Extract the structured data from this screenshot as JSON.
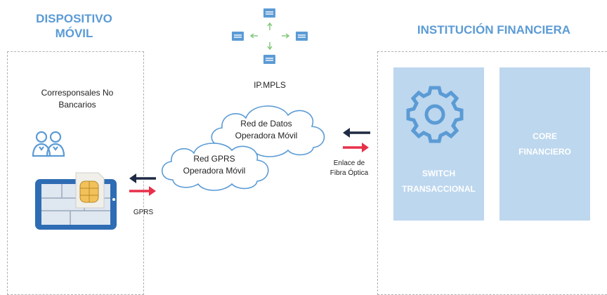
{
  "left": {
    "title_line1": "DISPOSITIVO",
    "title_line2": "MÓVIL",
    "cnb_line1": "Corresponsales No",
    "cnb_line2": "Bancarios"
  },
  "right": {
    "title": "INSTITUCIÓN FINANCIERA",
    "switch_line1": "SWITCH",
    "switch_line2": "TRANSACCIONAL",
    "core_line1": "CORE",
    "core_line2": "FINANCIERO"
  },
  "network": {
    "mpls_label": "IP.MPLS",
    "cloud1_line1": "Red de Datos",
    "cloud1_line2": "Operadora Móvil",
    "cloud2_line1": "Red GPRS",
    "cloud2_line2": "Operadora Móvil",
    "gprs_label": "GPRS",
    "fiber_line1": "Enlace de",
    "fiber_line2": "Fibra Óptica"
  },
  "colors": {
    "accent": "#5b9bd5",
    "panel": "#bdd7ee",
    "arrow_dark": "#1f2a44",
    "arrow_red": "#e8304a"
  },
  "icons": [
    "users-icon",
    "tablet-icon",
    "sim-card-icon",
    "gear-icon",
    "mpls-network-icon",
    "cloud-icon"
  ]
}
